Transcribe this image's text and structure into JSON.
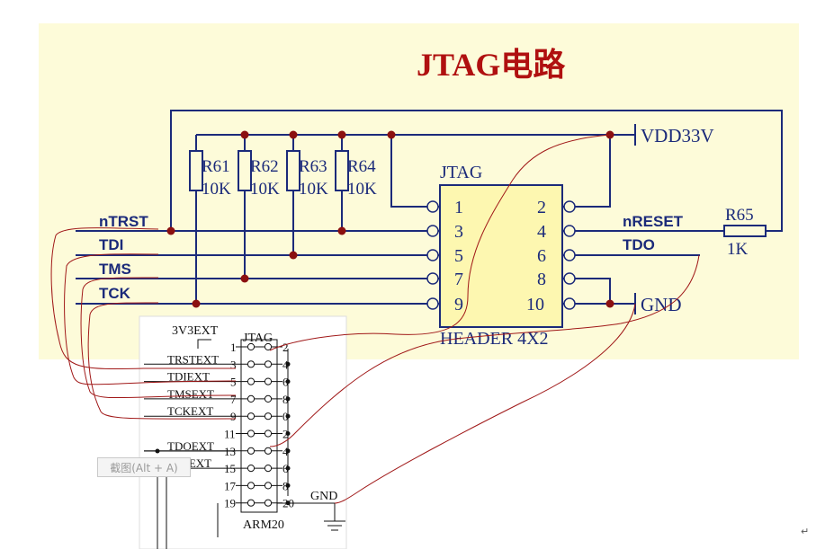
{
  "title": "JTAG电路",
  "colors": {
    "panel": "#fdfbd9",
    "wire": "#1b2a7a",
    "node": "#8b1010",
    "title": "#b01010",
    "pen": "#a01818"
  },
  "resistors": [
    {
      "name": "R61",
      "value": "10K"
    },
    {
      "name": "R62",
      "value": "10K"
    },
    {
      "name": "R63",
      "value": "10K"
    },
    {
      "name": "R64",
      "value": "10K"
    }
  ],
  "r65": {
    "name": "R65",
    "value": "1K"
  },
  "power": {
    "vdd": "VDD33V",
    "gnd": "GND"
  },
  "header": {
    "label": "JTAG",
    "footer": "HEADER 4X2",
    "left_pins": [
      "1",
      "3",
      "5",
      "7",
      "9"
    ],
    "right_pins": [
      "2",
      "4",
      "6",
      "8",
      "10"
    ]
  },
  "signals_left": [
    "nTRST",
    "TDI",
    "TMS",
    "TCK"
  ],
  "signals_right": [
    "nRESET",
    "TDO"
  ],
  "arm": {
    "top_label": "JTAG",
    "bottom_label": "ARM20",
    "supply": "3V3EXT",
    "gnd": "GND",
    "odd_pins": [
      "1",
      "3",
      "5",
      "7",
      "9",
      "11",
      "13",
      "15",
      "17",
      "19"
    ],
    "even_pins": [
      "2",
      "4",
      "6",
      "8",
      "0",
      "2",
      "4",
      "6",
      "8",
      "20"
    ],
    "pin_labels": [
      "",
      "TRSTEXT",
      "TDIEXT",
      "TMSEXT",
      "TCKEXT",
      "",
      "TDOEXT",
      "RSTEXT",
      "",
      ""
    ]
  },
  "tooltip": "截图(Alt + A)",
  "para_mark": "↵"
}
